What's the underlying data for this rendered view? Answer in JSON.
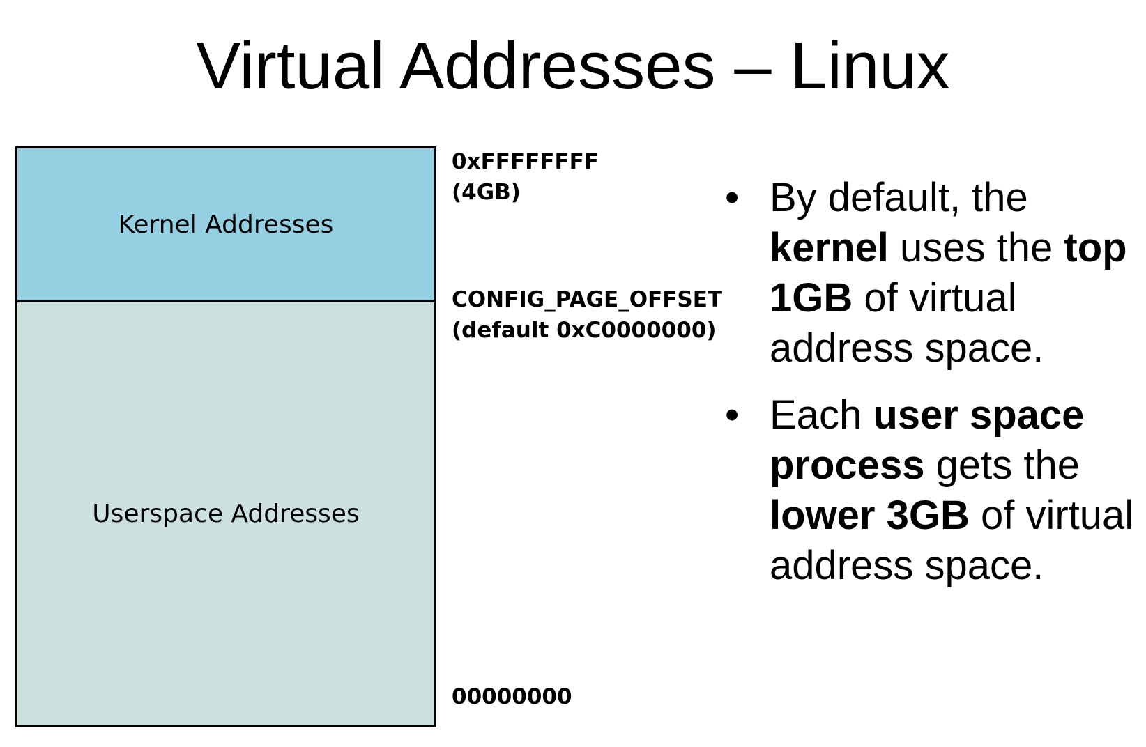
{
  "title": "Virtual Addresses – Linux",
  "memory_map": {
    "regions": [
      {
        "label": "Kernel Addresses",
        "color": "#94cfe2"
      },
      {
        "label": "Userspace Addresses",
        "color": "#cce1df"
      }
    ],
    "addresses": {
      "top": [
        "0xFFFFFFFF",
        "(4GB)"
      ],
      "page_offset": [
        "CONFIG_PAGE_OFFSET",
        "(default 0xC0000000)"
      ],
      "bottom": [
        "00000000"
      ]
    }
  },
  "bullet_glyph": "•",
  "bullets": [
    {
      "segments": [
        {
          "text": "By default, the ",
          "bold": false
        },
        {
          "text": "kernel",
          "bold": true
        },
        {
          "text": " uses the ",
          "bold": false
        },
        {
          "text": "top 1GB",
          "bold": true
        },
        {
          "text": " of virtual address space.",
          "bold": false
        }
      ]
    },
    {
      "segments": [
        {
          "text": "Each ",
          "bold": false
        },
        {
          "text": "user space process",
          "bold": true
        },
        {
          "text": " gets the ",
          "bold": false
        },
        {
          "text": "lower 3GB",
          "bold": true
        },
        {
          "text": " of virtual address space.",
          "bold": false
        }
      ]
    }
  ]
}
